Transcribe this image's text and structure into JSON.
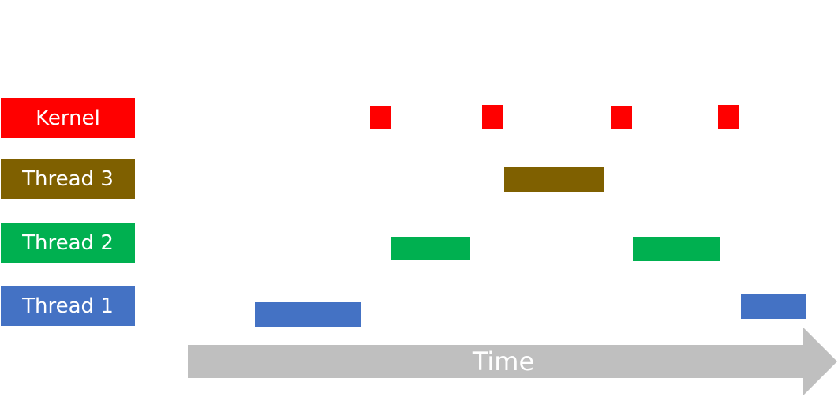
{
  "colors": {
    "kernel": "#ff0000",
    "thread3": "#7f6000",
    "thread2": "#00b050",
    "thread1": "#4472c4",
    "arrow": "#bfbfbf"
  },
  "lanes": [
    {
      "id": "kernel",
      "label": "Kernel"
    },
    {
      "id": "thread3",
      "label": "Thread 3"
    },
    {
      "id": "thread2",
      "label": "Thread 2"
    },
    {
      "id": "thread1",
      "label": "Thread 1"
    }
  ],
  "axis": {
    "label": "Time"
  }
}
